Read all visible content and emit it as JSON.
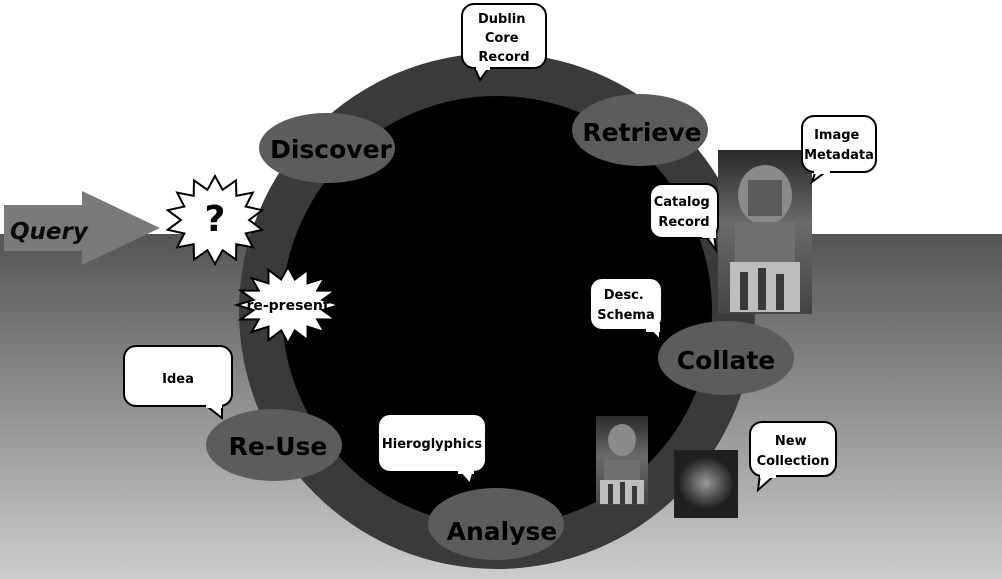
{
  "query_label": "Query",
  "query_symbol": "?",
  "represent_label": "re-present",
  "stages": {
    "discover": "Discover",
    "retrieve": "Retrieve",
    "collate": "Collate",
    "analyse": "Analyse",
    "reuse": "Re-Use"
  },
  "callouts": {
    "dublin_core": [
      "Dublin",
      "Core",
      "Record"
    ],
    "image_metadata": [
      "Image",
      "Metadata"
    ],
    "catalog_record": [
      "Catalog",
      "Record"
    ],
    "desc_schema": [
      "Desc.",
      "Schema"
    ],
    "new_collection": [
      "New",
      "Collection"
    ],
    "hieroglyphics": [
      "Hieroglyphics"
    ],
    "idea": [
      "Idea"
    ]
  },
  "colors": {
    "ring": "#3a3a3a",
    "inner": "#000000",
    "stage_ellipse": "#5c5c5c",
    "band_top": "#555555",
    "band_bottom": "#c8c8c8",
    "arrow": "#7a7a7a"
  }
}
